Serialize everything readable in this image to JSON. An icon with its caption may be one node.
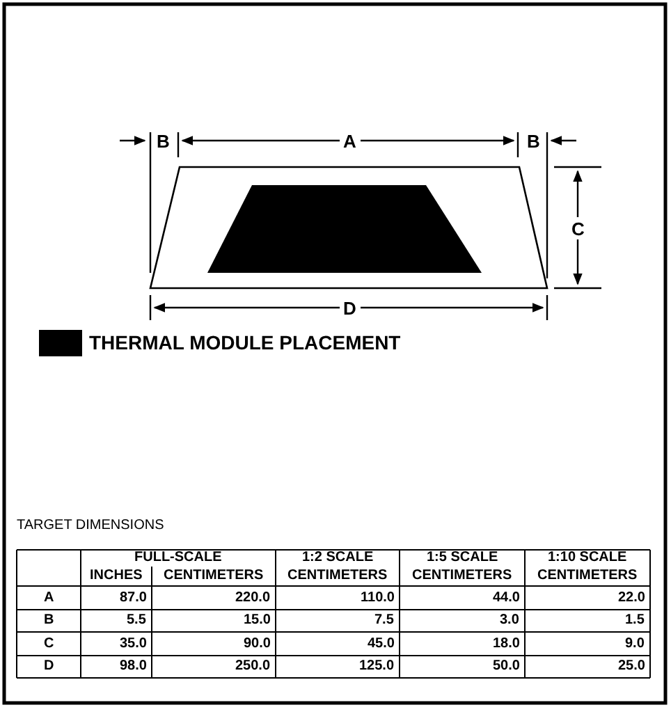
{
  "diagram": {
    "labels": [
      "B",
      "A",
      "B",
      "C",
      "D",
      "TARGET DIMENSIONS",
      "FULL-SCALE",
      "1:2 SCALE",
      "1:5 SCALE",
      "1:10 SCALE",
      "INCHES",
      "CENTIMETERS",
      "CENTIMETERS",
      "CENTIMETERS",
      "CENTIMETERS",
      "A",
      "87.0",
      "220.0",
      "110.0",
      "44.0",
      "22.0",
      "B",
      "5.5",
      "15.0",
      "7.5",
      "3.0",
      "1.5",
      "C",
      "35.0",
      "90.0",
      "45.0",
      "18.0",
      "9.0",
      "D",
      "98.0",
      "250.0",
      "125.0",
      "50.0",
      "25.0"
    ],
    "legend": [
      {
        "text": "THERMAL MODULE PLACEMENT",
        "color": "#000000"
      }
    ]
  }
}
